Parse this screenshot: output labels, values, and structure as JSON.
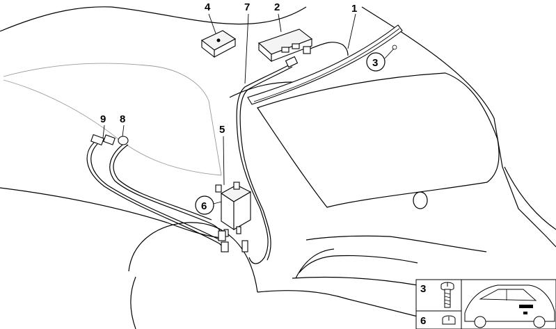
{
  "callouts": {
    "c1": "1",
    "c2": "2",
    "c3": "3",
    "c4": "4",
    "c5": "5",
    "c6": "6",
    "c7": "7",
    "c8": "8",
    "c9": "9"
  },
  "legend": {
    "item_a": "3",
    "item_b": "6"
  }
}
